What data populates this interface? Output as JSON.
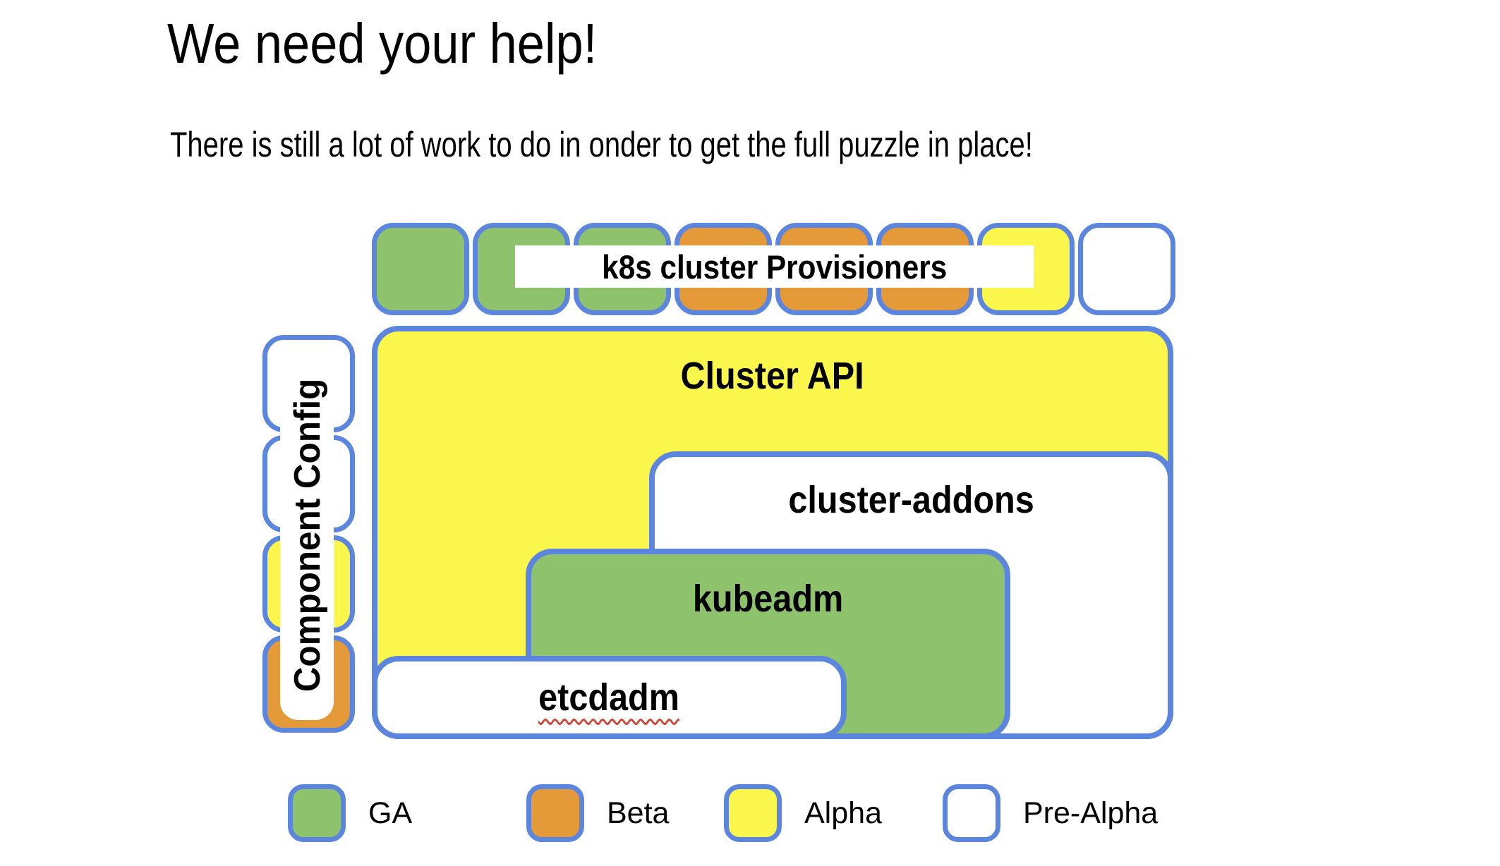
{
  "slide": {
    "title": "We need your help!",
    "subtitle": "There is still a lot of work to do in onder to get the full puzzle in place!"
  },
  "colors": {
    "ga": "#8FC26D",
    "beta": "#E59A3A",
    "alpha": "#FBF64B",
    "prealpha": "#FFFFFF",
    "border": "#5C86DE",
    "spellcheck": "#D04437"
  },
  "diagram": {
    "provisioners": {
      "label": "k8s cluster Provisioners",
      "squares": [
        "ga",
        "ga",
        "ga",
        "beta",
        "beta",
        "beta",
        "alpha",
        "prealpha"
      ]
    },
    "component_config": {
      "label": "Component Config",
      "squares": [
        "prealpha",
        "prealpha",
        "alpha",
        "beta"
      ]
    },
    "cluster_api": {
      "label": "Cluster API",
      "status": "alpha"
    },
    "cluster_addons": {
      "label": "cluster-addons",
      "status": "prealpha"
    },
    "kubeadm": {
      "label": "kubeadm",
      "status": "ga"
    },
    "etcdadm": {
      "label": "etcdadm",
      "status": "prealpha",
      "spellcheck_underline": true
    }
  },
  "legend": {
    "items": [
      {
        "label": "GA",
        "status": "ga"
      },
      {
        "label": "Beta",
        "status": "beta"
      },
      {
        "label": "Alpha",
        "status": "alpha"
      },
      {
        "label": "Pre-Alpha",
        "status": "prealpha"
      }
    ]
  }
}
